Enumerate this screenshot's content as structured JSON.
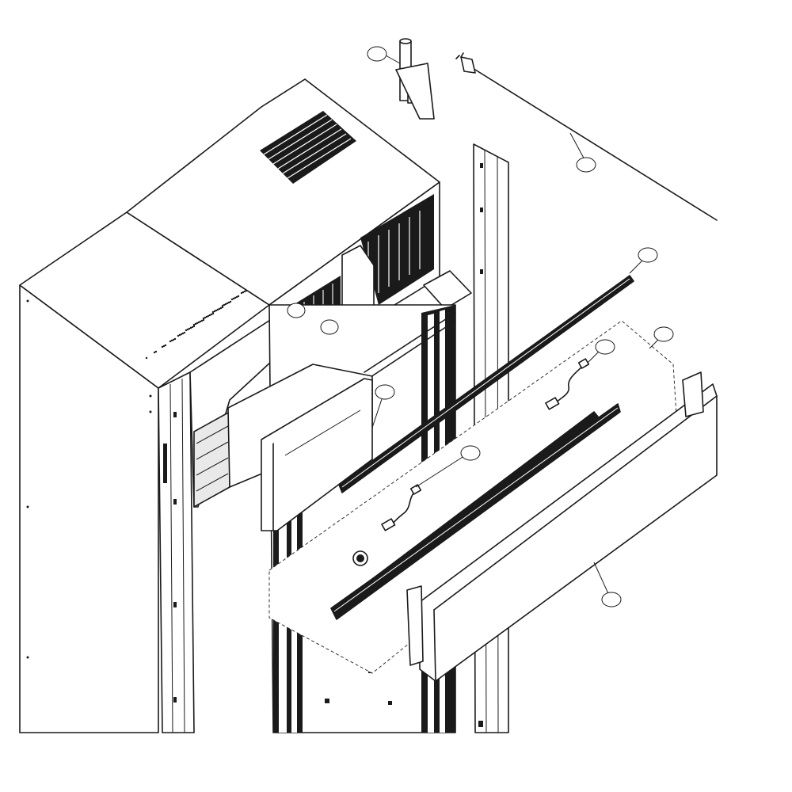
{
  "diagram": {
    "type": "exploded-parts-view",
    "subject": "cabinet-front-trim-assembly",
    "callouts": [
      {
        "id": "callout-top-bracket",
        "label": ""
      },
      {
        "id": "callout-power-cord",
        "label": ""
      },
      {
        "id": "callout-top-trim-rail",
        "label": ""
      },
      {
        "id": "callout-access-panel",
        "label": ""
      },
      {
        "id": "callout-wire-harness-upper",
        "label": ""
      },
      {
        "id": "callout-grille-left",
        "label": ""
      },
      {
        "id": "callout-grille-right",
        "label": ""
      },
      {
        "id": "callout-front-cover",
        "label": ""
      },
      {
        "id": "callout-wire-harness-lower",
        "label": ""
      },
      {
        "id": "callout-kick-plate",
        "label": ""
      }
    ],
    "colors": {
      "line": "#1a1a1a",
      "background": "#ffffff",
      "dash": "#333333"
    }
  }
}
